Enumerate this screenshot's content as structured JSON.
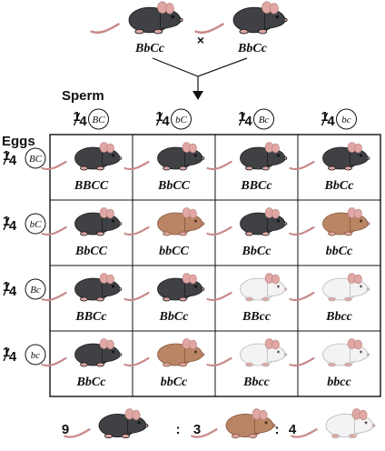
{
  "parents": {
    "left": {
      "genotype": "BbCc",
      "phenotype": "black"
    },
    "cross_symbol": "×",
    "right": {
      "genotype": "BbCc",
      "phenotype": "black"
    }
  },
  "sperm_label": "Sperm",
  "eggs_label": "Eggs",
  "gamete_fraction": "1/4",
  "gametes": [
    "BC",
    "bC",
    "Bc",
    "bc"
  ],
  "grid": [
    [
      {
        "g": "BBCC",
        "p": "black"
      },
      {
        "g": "BbCC",
        "p": "black"
      },
      {
        "g": "BBCc",
        "p": "black"
      },
      {
        "g": "BbCc",
        "p": "black"
      }
    ],
    [
      {
        "g": "BbCC",
        "p": "black"
      },
      {
        "g": "bbCC",
        "p": "brown"
      },
      {
        "g": "BbCc",
        "p": "black"
      },
      {
        "g": "bbCc",
        "p": "brown"
      }
    ],
    [
      {
        "g": "BBCc",
        "p": "black"
      },
      {
        "g": "BbCc",
        "p": "black"
      },
      {
        "g": "BBcc",
        "p": "white"
      },
      {
        "g": "Bbcc",
        "p": "white"
      }
    ],
    [
      {
        "g": "BbCc",
        "p": "black"
      },
      {
        "g": "bbCc",
        "p": "brown"
      },
      {
        "g": "Bbcc",
        "p": "white"
      },
      {
        "g": "bbcc",
        "p": "white"
      }
    ]
  ],
  "ratio": [
    {
      "count": "9",
      "phenotype": "black"
    },
    {
      "count": "3",
      "phenotype": "brown"
    },
    {
      "count": "4",
      "phenotype": "white"
    }
  ],
  "ratio_separator": ":",
  "colors": {
    "black": {
      "fill": "#3f4144",
      "stroke": "#1e1f21"
    },
    "brown": {
      "fill": "#b98564",
      "stroke": "#87583d"
    },
    "white": {
      "fill": "#f3f3f3",
      "stroke": "#b9b9b9"
    }
  }
}
